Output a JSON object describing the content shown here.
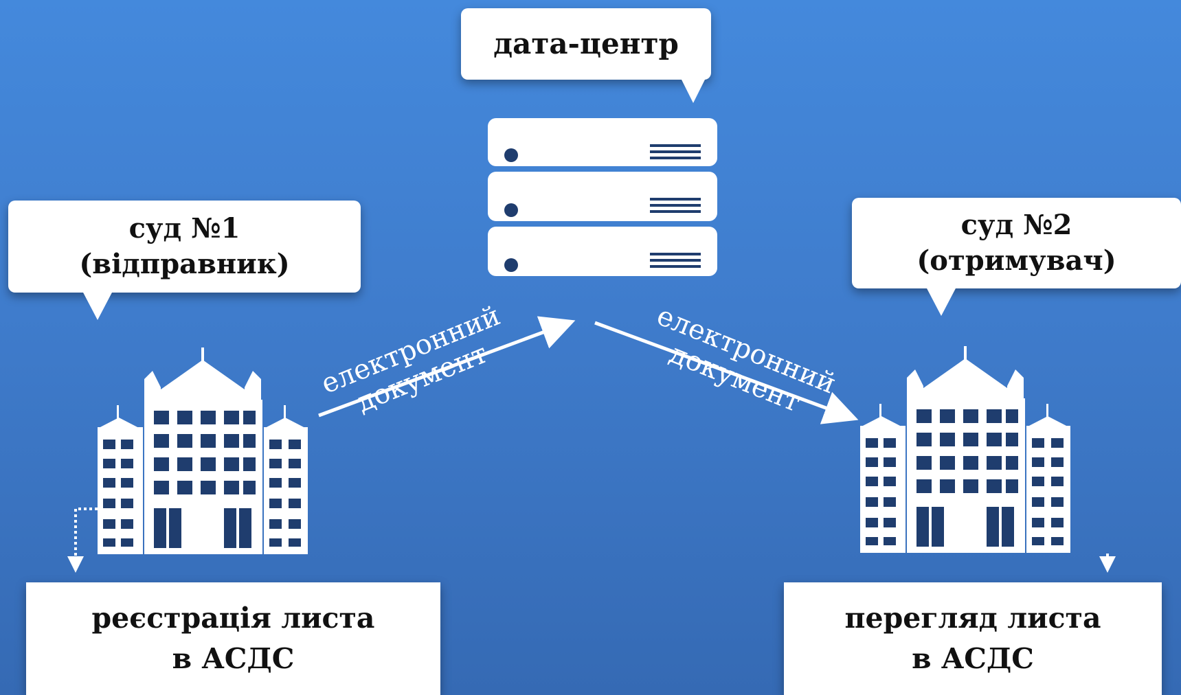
{
  "datacenter": {
    "label": "дата-центр"
  },
  "sender": {
    "line1": "суд №1",
    "line2": "(відправник)"
  },
  "receiver": {
    "line1": "суд №2",
    "line2": "(отримувач)"
  },
  "flow_left": {
    "line1": "електронний",
    "line2": "документ"
  },
  "flow_right": {
    "line1": "електронний",
    "line2": "документ"
  },
  "sender_action": {
    "line1": "реєстрація листа",
    "line2": "в АСДС"
  },
  "receiver_action": {
    "line1": "перегляд листа",
    "line2": "в АСДС"
  },
  "colors": {
    "background_top": "#4489dc",
    "background_bottom": "#356ab4",
    "window": "#1f3d6e",
    "foreground": "#ffffff"
  },
  "icons": [
    "server-rack-icon",
    "court-building-icon",
    "arrow-icon"
  ]
}
